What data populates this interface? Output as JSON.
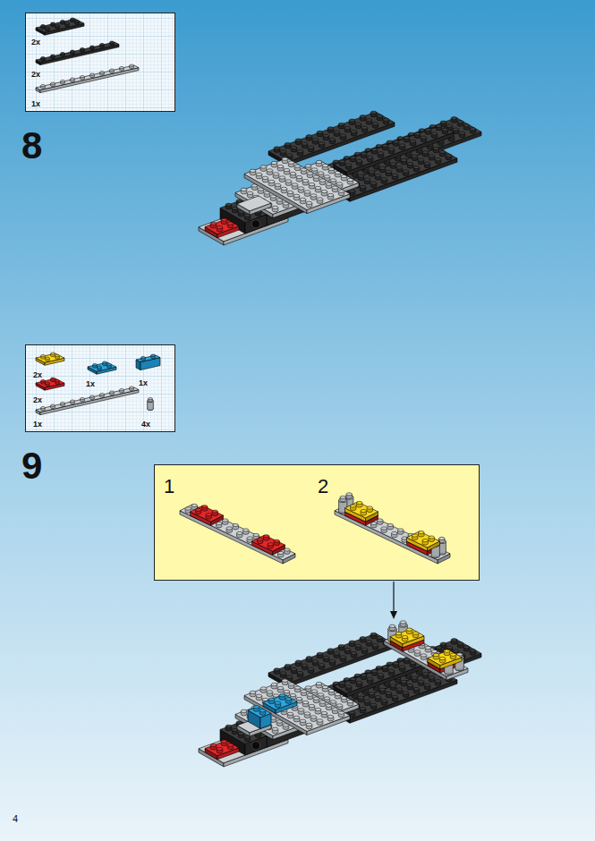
{
  "diagram": {
    "nodes": [
      {
        "text": [
          "2x",
          "2x",
          "1x"
        ]
      },
      {
        "text": [
          "2x",
          "1x",
          "1x",
          "2x",
          "1x",
          "4x"
        ]
      },
      {
        "text": [
          "1",
          "2"
        ]
      }
    ],
    "labels": [
      "8",
      "9",
      "4"
    ]
  }
}
